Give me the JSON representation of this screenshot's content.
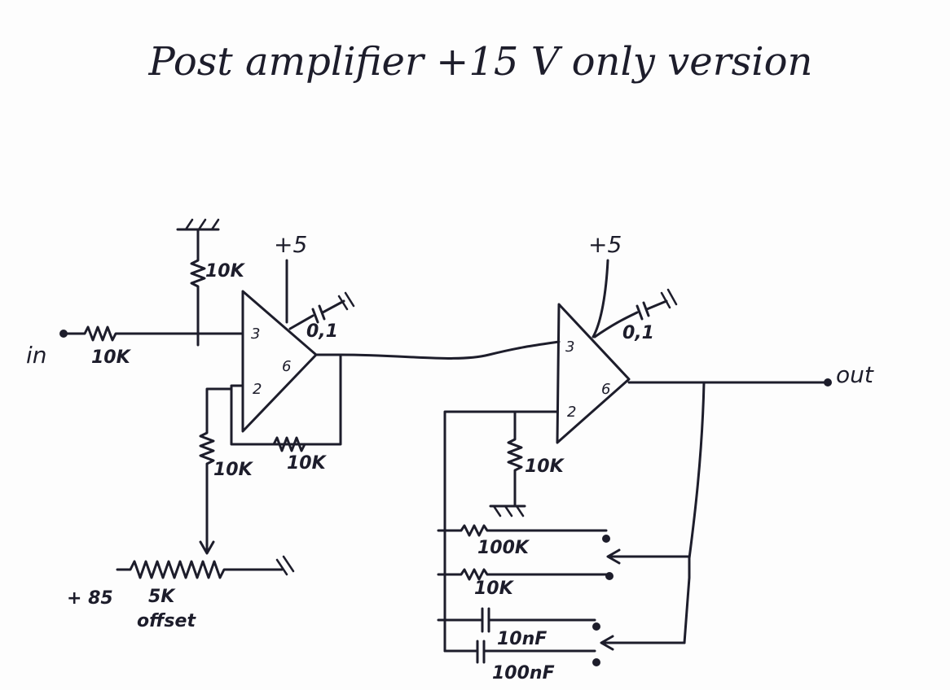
{
  "title": "Post amplifier +15 V only version",
  "labels": {
    "input": "in",
    "output": "out",
    "r_in": "10K",
    "r_bias_top": "10K",
    "r_feedback_1": "10K",
    "r_offset_series": "10K",
    "pot_value": "5K",
    "pot_name": "offset",
    "pot_supply": "+ 85",
    "supply_1": "+5",
    "supply_2": "+5",
    "cap_1": "0,1",
    "cap_2": "0,1",
    "r_gain_ground": "10K",
    "r_gain_100k": "100K",
    "r_gain_10k": "10K",
    "c_gain_10nf": "10nF",
    "c_gain_100nf": "100nF"
  },
  "opamp1": {
    "pin_noninv": "3",
    "pin_inv": "2",
    "pin_out": "6"
  },
  "opamp2": {
    "pin_noninv": "3",
    "pin_inv": "2",
    "pin_out": "6"
  }
}
